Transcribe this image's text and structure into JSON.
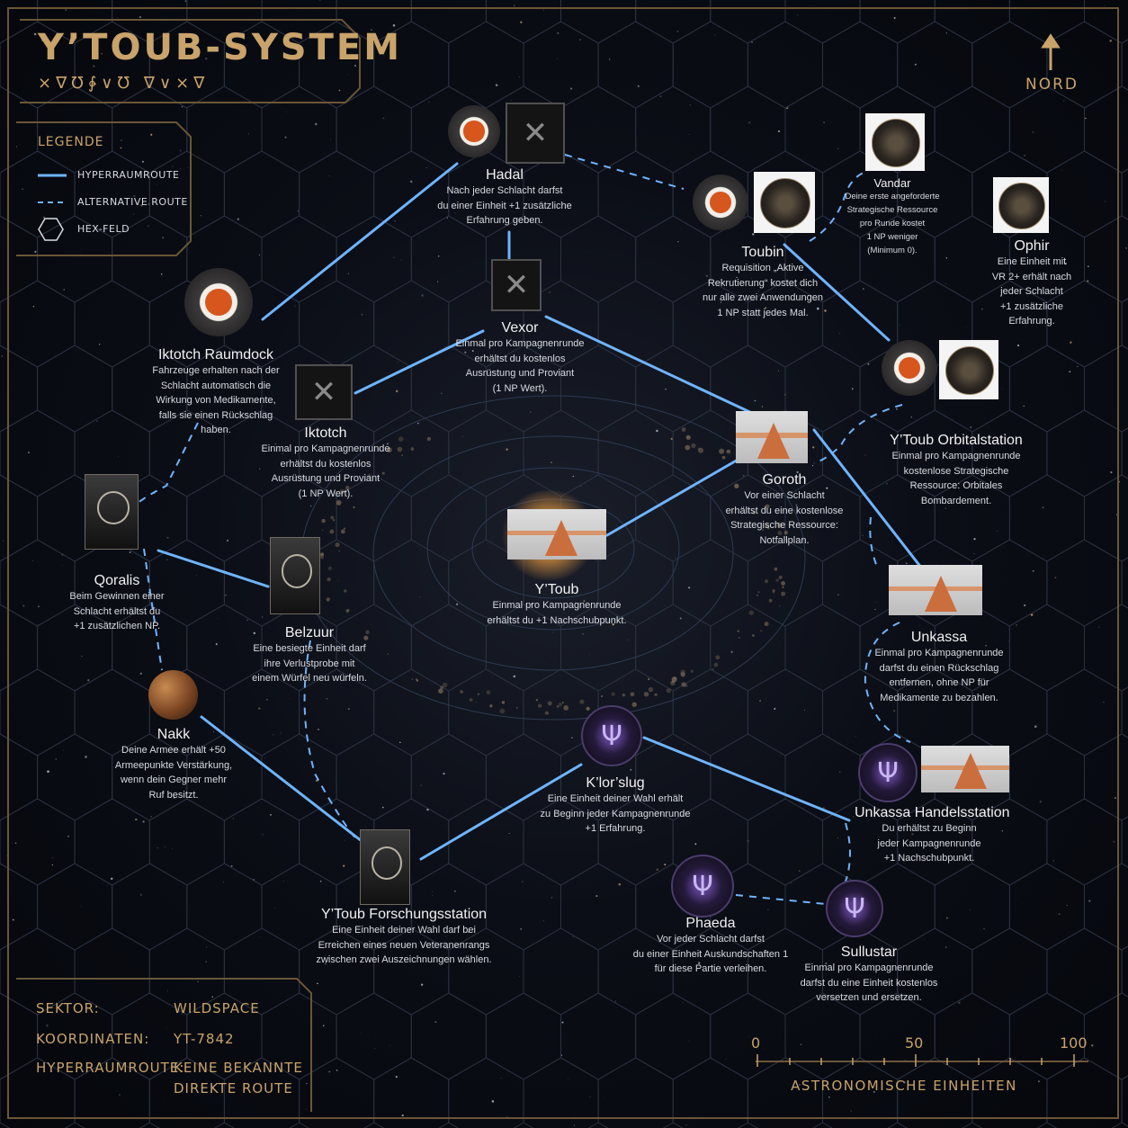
{
  "title": "Y’TOUB-SYSTEM",
  "subtitle_aurebesh": "⨯∇℧∳∨℧ ∇∨⨯∇",
  "compass": {
    "label": "NORD",
    "arrow_icon": "arrow-up-icon"
  },
  "legend": {
    "title": "LEGENDE",
    "items": [
      {
        "label": "HYPERRAUMROUTE",
        "icon": "solid-line-icon"
      },
      {
        "label": "ALTERNATIVE ROUTE",
        "icon": "dashed-line-icon"
      },
      {
        "label": "HEX-FELD",
        "icon": "hexagon-icon"
      }
    ]
  },
  "colors": {
    "route": "#6fb4ff",
    "gold": "#c9a36a",
    "frame": "#6b5636",
    "text": "#e6e8ee"
  },
  "nodes": {
    "hadal": {
      "name": "Hadal",
      "desc": [
        "Nach jeder Schlacht darfst",
        "du einer Einheit +1 zusätzliche",
        "Erfahrung geben."
      ],
      "icons": [
        "rebel-emblem-icon",
        "crossed-swords-shield-icon"
      ]
    },
    "vandar": {
      "name": "Vandar",
      "desc": [
        "Deine erste angeforderte",
        "Strategische Ressource",
        "pro Runde kostet",
        "1 NP weniger",
        "(Minimum 0)."
      ],
      "icons": [
        "winged-badge-icon"
      ]
    },
    "toubin": {
      "name": "Toubin",
      "desc": [
        "Requisition „Aktive",
        "Rekrutierung“ kostet dich",
        "nur alle zwei Anwendungen",
        "1 NP statt jedes Mal."
      ],
      "icons": [
        "rebel-emblem-icon",
        "winged-badge-icon"
      ]
    },
    "ophir": {
      "name": "Ophir",
      "desc": [
        "Eine Einheit mit",
        "VR 2+ erhält nach",
        "jeder Schlacht",
        "+1 zusätzliche",
        "Erfahrung."
      ],
      "icons": [
        "winged-badge-icon"
      ]
    },
    "iktotch_raumdock": {
      "name": "Iktotch Raumdock",
      "desc": [
        "Fahrzeuge erhalten nach der",
        "Schlacht automatisch die",
        "Wirkung von Medikamente,",
        "falls sie einen Rückschlag",
        "haben."
      ],
      "icons": [
        "rebel-emblem-icon"
      ]
    },
    "vexor": {
      "name": "Vexor",
      "desc": [
        "Einmal pro Kampagnenrunde",
        "erhältst du kostenlos",
        "Ausrüstung und Proviant",
        "(1 NP Wert)."
      ],
      "icons": [
        "crossed-swords-shield-icon"
      ]
    },
    "iktotch": {
      "name": "Iktotch",
      "desc": [
        "Einmal pro Kampagnenrunde",
        "erhältst du kostenlos",
        "Ausrüstung und Proviant",
        "(1 NP Wert)."
      ],
      "icons": [
        "crossed-swords-shield-icon"
      ]
    },
    "orbitalstation": {
      "name": "Y’Toub Orbitalstation",
      "desc": [
        "Einmal pro Kampagnenrunde",
        "kostenlose Strategische",
        "Ressource: Orbitales",
        "Bombardement."
      ],
      "icons": [
        "rebel-emblem-icon",
        "winged-badge-icon"
      ]
    },
    "goroth": {
      "name": "Goroth",
      "desc": [
        "Vor einer Schlacht",
        "erhältst du eine kostenlose",
        "Strategische Ressource:",
        "Notfallplan."
      ],
      "icons": [
        "triangle-emblem-icon"
      ]
    },
    "qoralis": {
      "name": "Qoralis",
      "desc": [
        "Beim Gewinnen einer",
        "Schlacht erhältst du",
        "+1 zusätzlichen NP."
      ],
      "icons": [
        "occult-card-icon"
      ]
    },
    "belzuur": {
      "name": "Belzuur",
      "desc": [
        "Eine besiegte Einheit darf",
        "ihre Verlustprobe mit",
        "einem Würfel neu würfeln."
      ],
      "icons": [
        "occult-card-icon"
      ]
    },
    "ytoub": {
      "name": "Y’Toub",
      "desc": [
        "Einmal pro Kampagnenrunde",
        "erhältst du +1 Nachschubpunkt."
      ],
      "icons": [
        "triangle-emblem-icon"
      ]
    },
    "unkassa": {
      "name": "Unkassa",
      "desc": [
        "Einmal pro Kampagnenrunde",
        "darfst du einen Rückschlag",
        "entfernen, ohne NP für",
        "Medikamente zu bezahlen."
      ],
      "icons": [
        "triangle-emblem-icon"
      ]
    },
    "nakk": {
      "name": "Nakk",
      "desc": [
        "Deine Armee erhält +50",
        "Armeepunkte Verstärkung,",
        "wenn dein Gegner mehr",
        "Ruf besitzt."
      ],
      "icons": [
        "planet-icon"
      ]
    },
    "klorslug": {
      "name": "K’lor’slug",
      "desc": [
        "Eine Einheit deiner Wahl erhält",
        "zu Beginn jeder Kampagnenrunde",
        "+1 Erfahrung."
      ],
      "icons": [
        "trident-emblem-icon"
      ]
    },
    "handelsstation": {
      "name": "Unkassa Handelsstation",
      "desc": [
        "Du erhältst zu Beginn",
        "jeder Kampagnenrunde",
        "+1 Nachschubpunkt."
      ],
      "icons": [
        "trident-emblem-icon",
        "triangle-emblem-icon"
      ]
    },
    "forschungsstation": {
      "name": "Y’Toub Forschungsstation",
      "desc": [
        "Eine Einheit deiner Wahl darf bei",
        "Erreichen eines neuen Veteranenrangs",
        "zwischen zwei Auszeichnungen wählen."
      ],
      "icons": [
        "occult-card-icon"
      ]
    },
    "phaeda": {
      "name": "Phaeda",
      "desc": [
        "Vor jeder Schlacht darfst",
        "du einer Einheit Auskundschaften 1",
        "für diese Partie verleihen."
      ],
      "icons": [
        "trident-emblem-icon"
      ]
    },
    "sullustar": {
      "name": "Sullustar",
      "desc": [
        "Einmal pro Kampagnenrunde",
        "darfst du eine Einheit kostenlos",
        "versetzen und ersetzen."
      ],
      "icons": [
        "trident-emblem-icon"
      ]
    }
  },
  "info": {
    "sektor_label": "SEKTOR:",
    "sektor_value": "WILDSPACE",
    "koordinaten_label": "KOORDINATEN:",
    "koordinaten_value": "YT-7842",
    "route_label": "HYPERRAUMROUTE:",
    "route_value_1": "KEINE BEKANNTE",
    "route_value_2": "DIREKTE ROUTE"
  },
  "scale": {
    "ticks": [
      "0",
      "50",
      "100"
    ],
    "unit": "ASTRONOMISCHE EINHEITEN"
  }
}
